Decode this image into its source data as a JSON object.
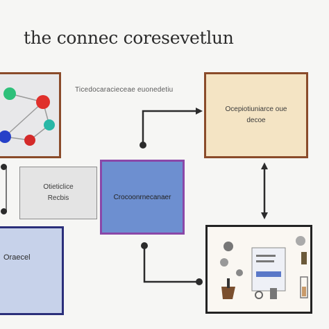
{
  "diagram": {
    "title": "the connec coresevetlun",
    "caption": "Ticedocaracieceae euonedetiu",
    "boxes": {
      "output": {
        "line1": "Ocepiotiuniarce oue",
        "line2": "decoe"
      },
      "small": {
        "line1": "Otieticlice",
        "line2": "Recbis"
      },
      "center": {
        "label": "Crocoonrnecanaer"
      },
      "left_bottom": {
        "label": "Oraecel"
      }
    },
    "colors": {
      "output_fill": "#f4e4c4",
      "frame_brown": "#8a4b2a",
      "center_fill": "#6d8fd0",
      "center_border": "#8a48a8",
      "left_bottom_fill": "#c7d2ea",
      "left_bottom_border": "#2a2e7a",
      "connector": "#2b2b2b"
    },
    "icons": [
      "network-graph-icon",
      "document-icon",
      "tools-icon"
    ]
  }
}
